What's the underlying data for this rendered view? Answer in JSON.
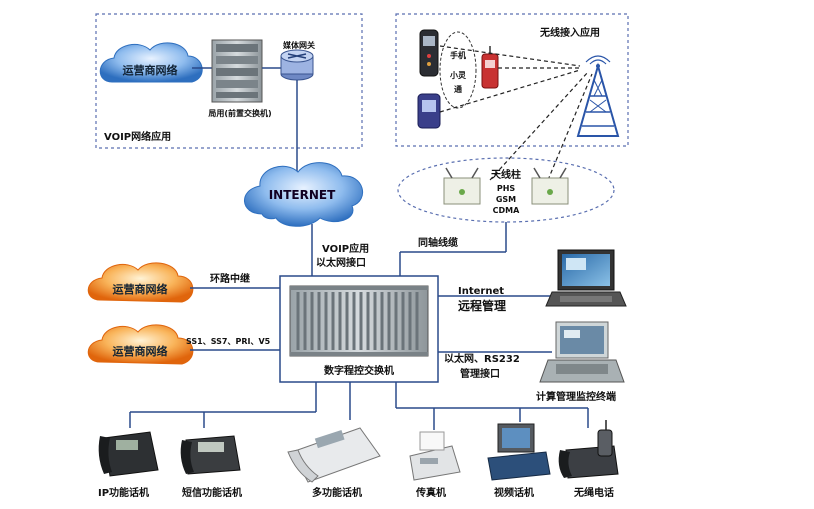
{
  "voip_box": {
    "title": "VOIP网络应用",
    "carrier_cloud": "运营商网络",
    "local_switch": "局用(前置交换机)",
    "media_gateway": "媒体网关"
  },
  "wireless_box": {
    "title": "无线接入应用",
    "phone_label_1": "手机",
    "phone_label_2": "小灵",
    "phone_label_3": "通"
  },
  "antenna": {
    "title": "天线柱",
    "std_1": "PHS",
    "std_2": "GSM",
    "std_3": "CDMA"
  },
  "internet_cloud": "INTERNET",
  "voip_link_1": "VOIP应用",
  "voip_link_2": "以太网接口",
  "coax_link": "同轴线缆",
  "loop_trunk_cloud": "运营商网络",
  "loop_trunk_label": "环路中继",
  "signaling_cloud": "运营商网络",
  "signaling_label": "SS1、SS7、PRI、V5",
  "switch_label": "数字程控交换机",
  "remote_mgmt_1": "Internet",
  "remote_mgmt_2": "远程管理",
  "mgmt_iface_1": "以太网、RS232",
  "mgmt_iface_2": "管理接口",
  "terminal_label": "计算管理监控终端",
  "phones": {
    "ip_phone": "IP功能话机",
    "sms_phone": "短信功能话机",
    "multi_phone": "多功能话机",
    "fax": "传真机",
    "video_phone": "视频话机",
    "cordless": "无绳电话"
  },
  "colors": {
    "cloud_fill": "#4a8fd6",
    "orange_cloud": "#f07a18",
    "line": "#2a4a8a",
    "dashed_box": "#5a6fb0"
  }
}
